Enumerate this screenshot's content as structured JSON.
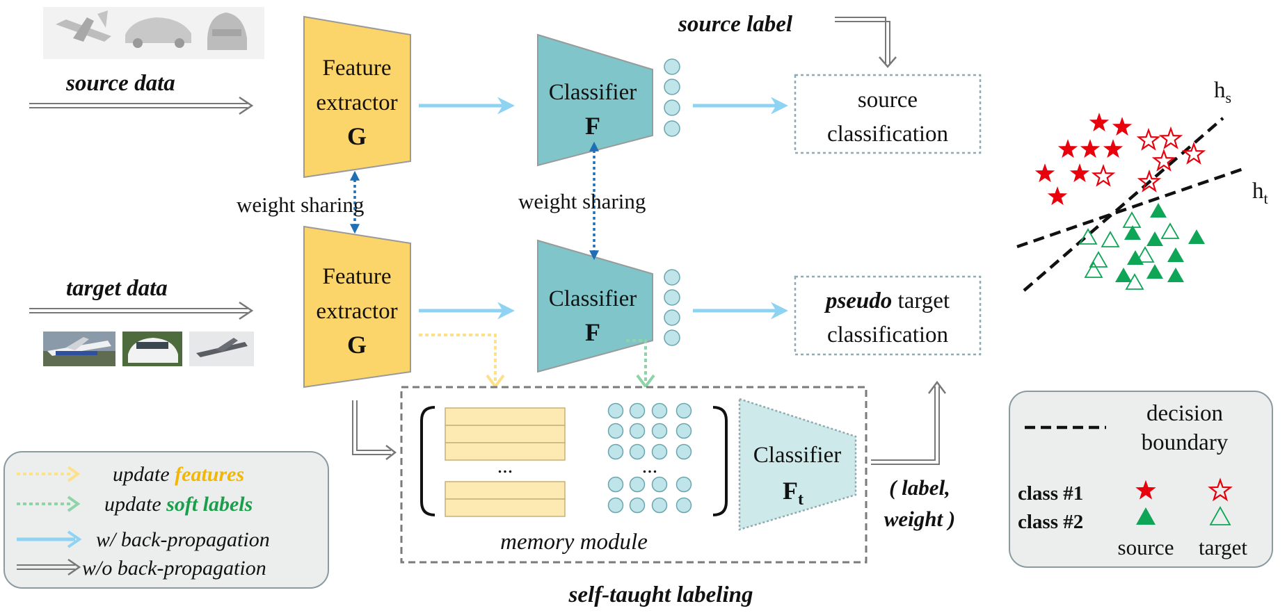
{
  "inputs": {
    "source_data_label": "source data",
    "target_data_label": "target data",
    "source_label": "source label"
  },
  "modules": {
    "feature_extractor_line1": "Feature",
    "feature_extractor_line2": "extractor",
    "feature_extractor_symbol": "G",
    "classifier_label": "Classifier",
    "classifier_symbol": "F",
    "classifier_t_symbol": "F",
    "classifier_t_subscript": "t",
    "weight_sharing": "weight sharing"
  },
  "outputs": {
    "source_line1": "source",
    "source_line2": "classification",
    "target_line1_emph": "pseudo",
    "target_line1_rest": " target",
    "target_line2": "classification"
  },
  "memory": {
    "ellipsis": "...",
    "label": "memory module",
    "label_weight_line1": "( label,",
    "label_weight_line2": "weight )",
    "caption": "self-taught labeling"
  },
  "legend_left": {
    "update_prefix": "update ",
    "features": "features",
    "soft_labels": "soft labels",
    "with_bp": "w/ back-propagation",
    "without_bp": "w/o back-propagation"
  },
  "legend_right": {
    "decision_line1": "decision",
    "decision_line2": "boundary",
    "class1": "class #1",
    "class2": "class #2",
    "source": "source",
    "target": "target"
  },
  "boundary_labels": {
    "hs_base": "h",
    "hs_sub": "s",
    "ht_base": "h",
    "ht_sub": "t"
  },
  "colors": {
    "feature_yellow": "#fbd46a",
    "classifier_teal": "#7fc5c9",
    "classifier_light": "#cde9ea",
    "arrow_blue": "#8fd3f2",
    "sharing_blue": "#1f6fb5",
    "update_yellow": "#fde08a",
    "update_green": "#8fd3a8",
    "memory_cell": "#fde9b2",
    "class1_red": "#e8000c",
    "class2_green": "#0ea556",
    "legend_bg": "#eceeed",
    "features_text": "#f2b705",
    "soft_labels_text": "#1a9e4a"
  },
  "icons": [
    "airplane-3d-icon",
    "car-3d-icon",
    "car-rear-3d-icon",
    "airplane-photo-icon",
    "car-photo-icon",
    "airplane-flight-photo-icon",
    "star-filled-icon",
    "star-outline-icon",
    "triangle-filled-icon",
    "triangle-outline-icon"
  ]
}
